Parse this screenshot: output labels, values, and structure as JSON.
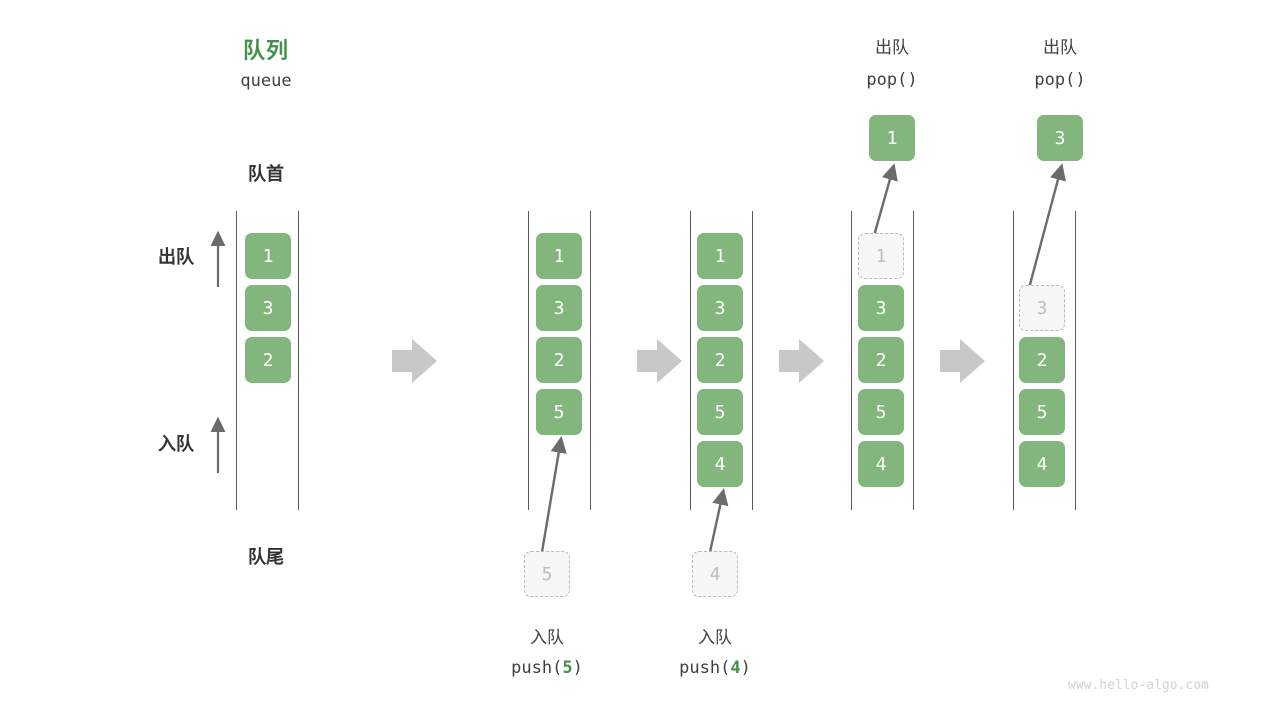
{
  "header": {
    "title_cn": "队列",
    "title_en": "queue",
    "front_label": "队首",
    "rear_label": "队尾",
    "dequeue_side_label": "出队",
    "enqueue_side_label": "入队"
  },
  "accent": {
    "green_text": "#43924a",
    "green_box": "#82b67c",
    "ghost_fill": "#f7f7f7",
    "ghost_border": "#b9b9b9",
    "rail": "#5a5a5a",
    "arrow_gray": "#c8c8c8",
    "thin_arrow": "#6b6b6b",
    "text": "#3f3f3f"
  },
  "columns": [
    {
      "id": "initial",
      "head_cn": "",
      "head_code": "",
      "items": [
        "1",
        "3",
        "2"
      ],
      "ghost_index": -1,
      "popped_value": "",
      "op_cn": "",
      "op_code_prefix": "",
      "op_code_num": "",
      "op_code_suffix": "",
      "incoming_value": ""
    },
    {
      "id": "push5",
      "head_cn": "",
      "head_code": "",
      "items": [
        "1",
        "3",
        "2",
        "5"
      ],
      "ghost_index": -1,
      "popped_value": "",
      "op_cn": "入队",
      "op_code_prefix": "push(",
      "op_code_num": "5",
      "op_code_suffix": ")",
      "incoming_value": "5"
    },
    {
      "id": "push4",
      "head_cn": "",
      "head_code": "",
      "items": [
        "1",
        "3",
        "2",
        "5",
        "4"
      ],
      "ghost_index": -1,
      "popped_value": "",
      "op_cn": "入队",
      "op_code_prefix": "push(",
      "op_code_num": "4",
      "op_code_suffix": ")",
      "incoming_value": "4"
    },
    {
      "id": "pop1",
      "head_cn": "出队",
      "head_code": "pop()",
      "items": [
        "1",
        "3",
        "2",
        "5",
        "4"
      ],
      "ghost_index": 0,
      "popped_value": "1",
      "op_cn": "",
      "op_code_prefix": "",
      "op_code_num": "",
      "op_code_suffix": "",
      "incoming_value": ""
    },
    {
      "id": "pop3",
      "head_cn": "出队",
      "head_code": "pop()",
      "items": [
        "",
        "3",
        "2",
        "5",
        "4"
      ],
      "ghost_index": 1,
      "popped_value": "3",
      "op_cn": "",
      "op_code_prefix": "",
      "op_code_num": "",
      "op_code_suffix": "",
      "incoming_value": ""
    }
  ],
  "step_arrows": 4,
  "watermark": "www.hello-algo.com"
}
